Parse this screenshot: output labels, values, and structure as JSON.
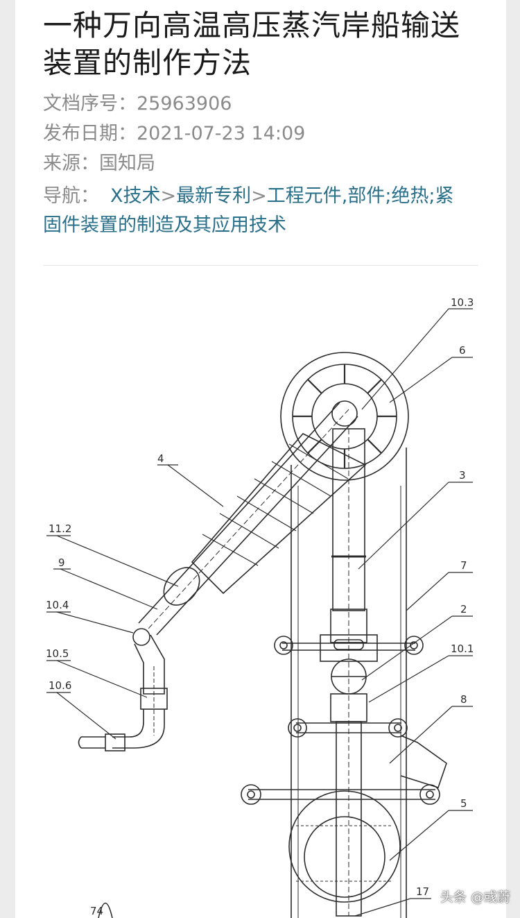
{
  "article": {
    "title": "一种万向高温高压蒸汽岸船输送装置的制作方法",
    "doc_no_label": "文档序号：",
    "doc_no": "25963906",
    "date_label": "发布日期：",
    "date": "2021-07-23 14:09",
    "source_label": "来源：",
    "source": "国知局",
    "nav_label": "导航：",
    "nav": [
      {
        "text": "X技术"
      },
      {
        "sep": ">"
      },
      {
        "text": "最新专利"
      },
      {
        "sep": ">"
      },
      {
        "text": "工程元件,部件;绝热;紧固件装置的制造及其应用技术"
      }
    ]
  },
  "drawing": {
    "labels": {
      "l10_3": "10.3",
      "l6": "6",
      "l4": "4",
      "l3": "3",
      "l11_2": "11.2",
      "l9": "9",
      "l7": "7",
      "l10_4": "10.4",
      "l2": "2",
      "l10_1": "10.1",
      "l10_5": "10.5",
      "l8": "8",
      "l10_6": "10.6",
      "l5": "5",
      "l17": "17",
      "l74": "74"
    }
  },
  "watermark": "头条 @彧蔚"
}
